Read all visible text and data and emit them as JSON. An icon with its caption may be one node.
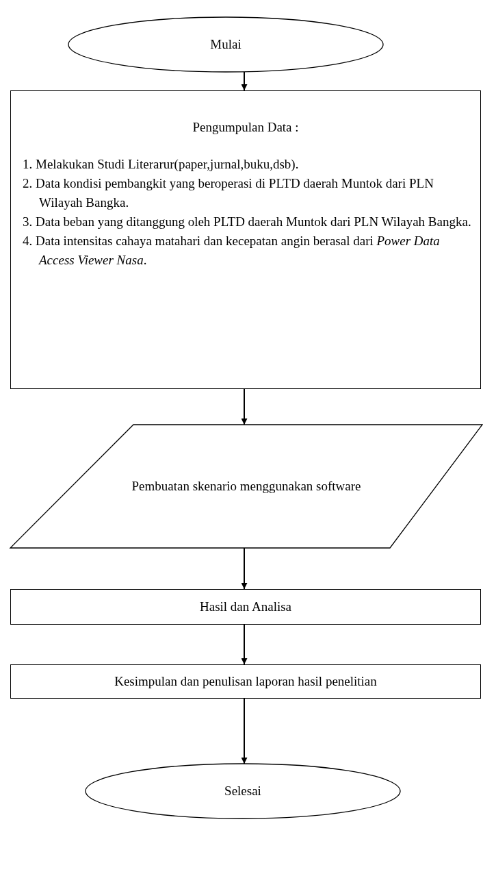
{
  "diagram": {
    "nodes": [
      {
        "text": [
          "Mulai"
        ]
      },
      {
        "text": [
          "Pengumpulan Data :",
          "1. Melakukan Studi Literarur(paper,jurnal,buku,dsb).",
          "2. Data kondisi pembangkit yang beroperasi di PLTD daerah Muntok dari PLN Wilayah Bangka.",
          "3. Data beban yang ditanggung oleh PLTD daerah Muntok dari PLN Wilayah Bangka.",
          "4. Data intensitas cahaya matahari dan kecepatan angin berasal dari *Power Data Access Viewer Nasa*."
        ]
      },
      {
        "text": [
          "Pembuatan skenario menggunakan software"
        ]
      },
      {
        "text": [
          "Hasil dan Analisa"
        ]
      },
      {
        "text": [
          "Kesimpulan dan penulisan laporan hasil penelitian"
        ]
      },
      {
        "text": [
          "Selesai"
        ]
      }
    ],
    "edges": [
      {
        "from": 0,
        "to": 1,
        "arrow": "to"
      },
      {
        "from": 1,
        "to": 2,
        "arrow": "to"
      },
      {
        "from": 2,
        "to": 3,
        "arrow": "to"
      },
      {
        "from": 3,
        "to": 4,
        "arrow": "to"
      },
      {
        "from": 4,
        "to": 5,
        "arrow": "to"
      }
    ]
  }
}
